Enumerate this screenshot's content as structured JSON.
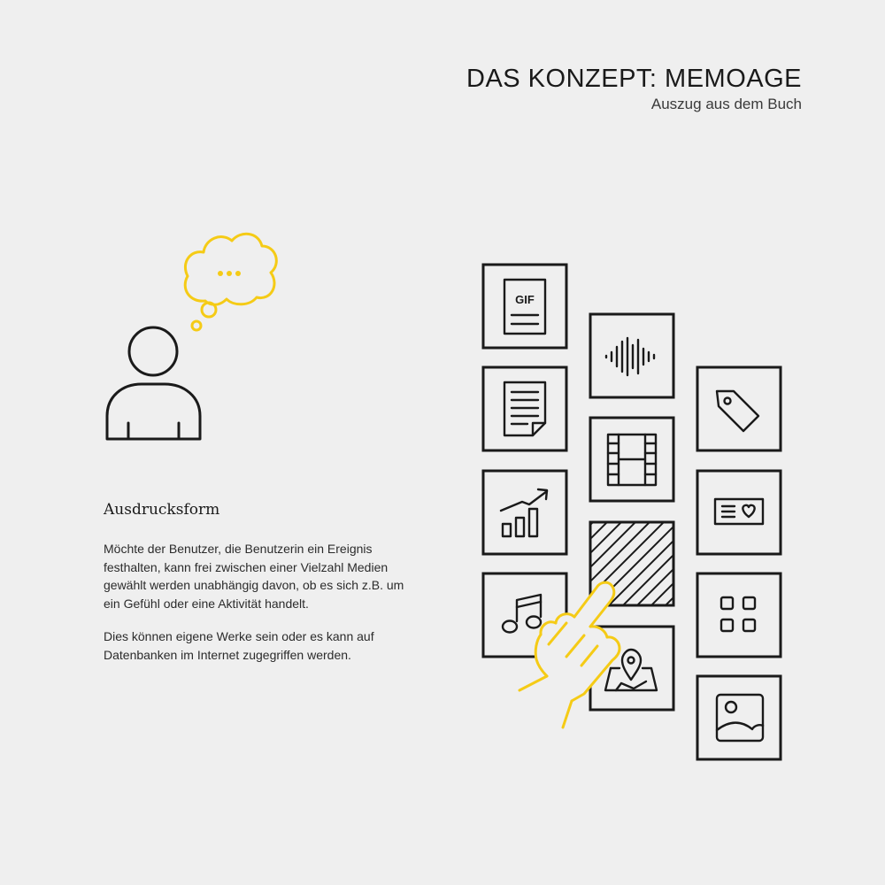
{
  "header": {
    "title": "DAS KONZEPT: MEMOAGE",
    "subtitle": "Auszug aus dem Buch"
  },
  "section": {
    "heading": "Ausdrucksform",
    "paragraphs": [
      "Möchte der Benutzer, die Benutzerin ein Ereignis festhalten, kann frei zwischen einer Vielzahl Medien gewählt werden unabhängig davon, ob es sich z.B. um ein Gefühl oder eine Aktivität handelt.",
      "Dies können eigene Werke sein oder es kann auf Datenbanken im Internet zugegriffen werden."
    ]
  },
  "tiles": {
    "gif_label": "GIF"
  },
  "colors": {
    "background": "#efefef",
    "accent": "#f5cb16",
    "ink": "#1a1a1a"
  },
  "icons": [
    "person-icon",
    "thought-bubble-icon",
    "gif-file-icon",
    "document-icon",
    "bar-chart-icon",
    "music-note-icon",
    "audio-waveform-icon",
    "film-strip-icon",
    "hatched-placeholder",
    "map-pin-icon",
    "tag-icon",
    "card-heart-icon",
    "grid-apps-icon",
    "image-icon",
    "pointing-hand-icon"
  ]
}
